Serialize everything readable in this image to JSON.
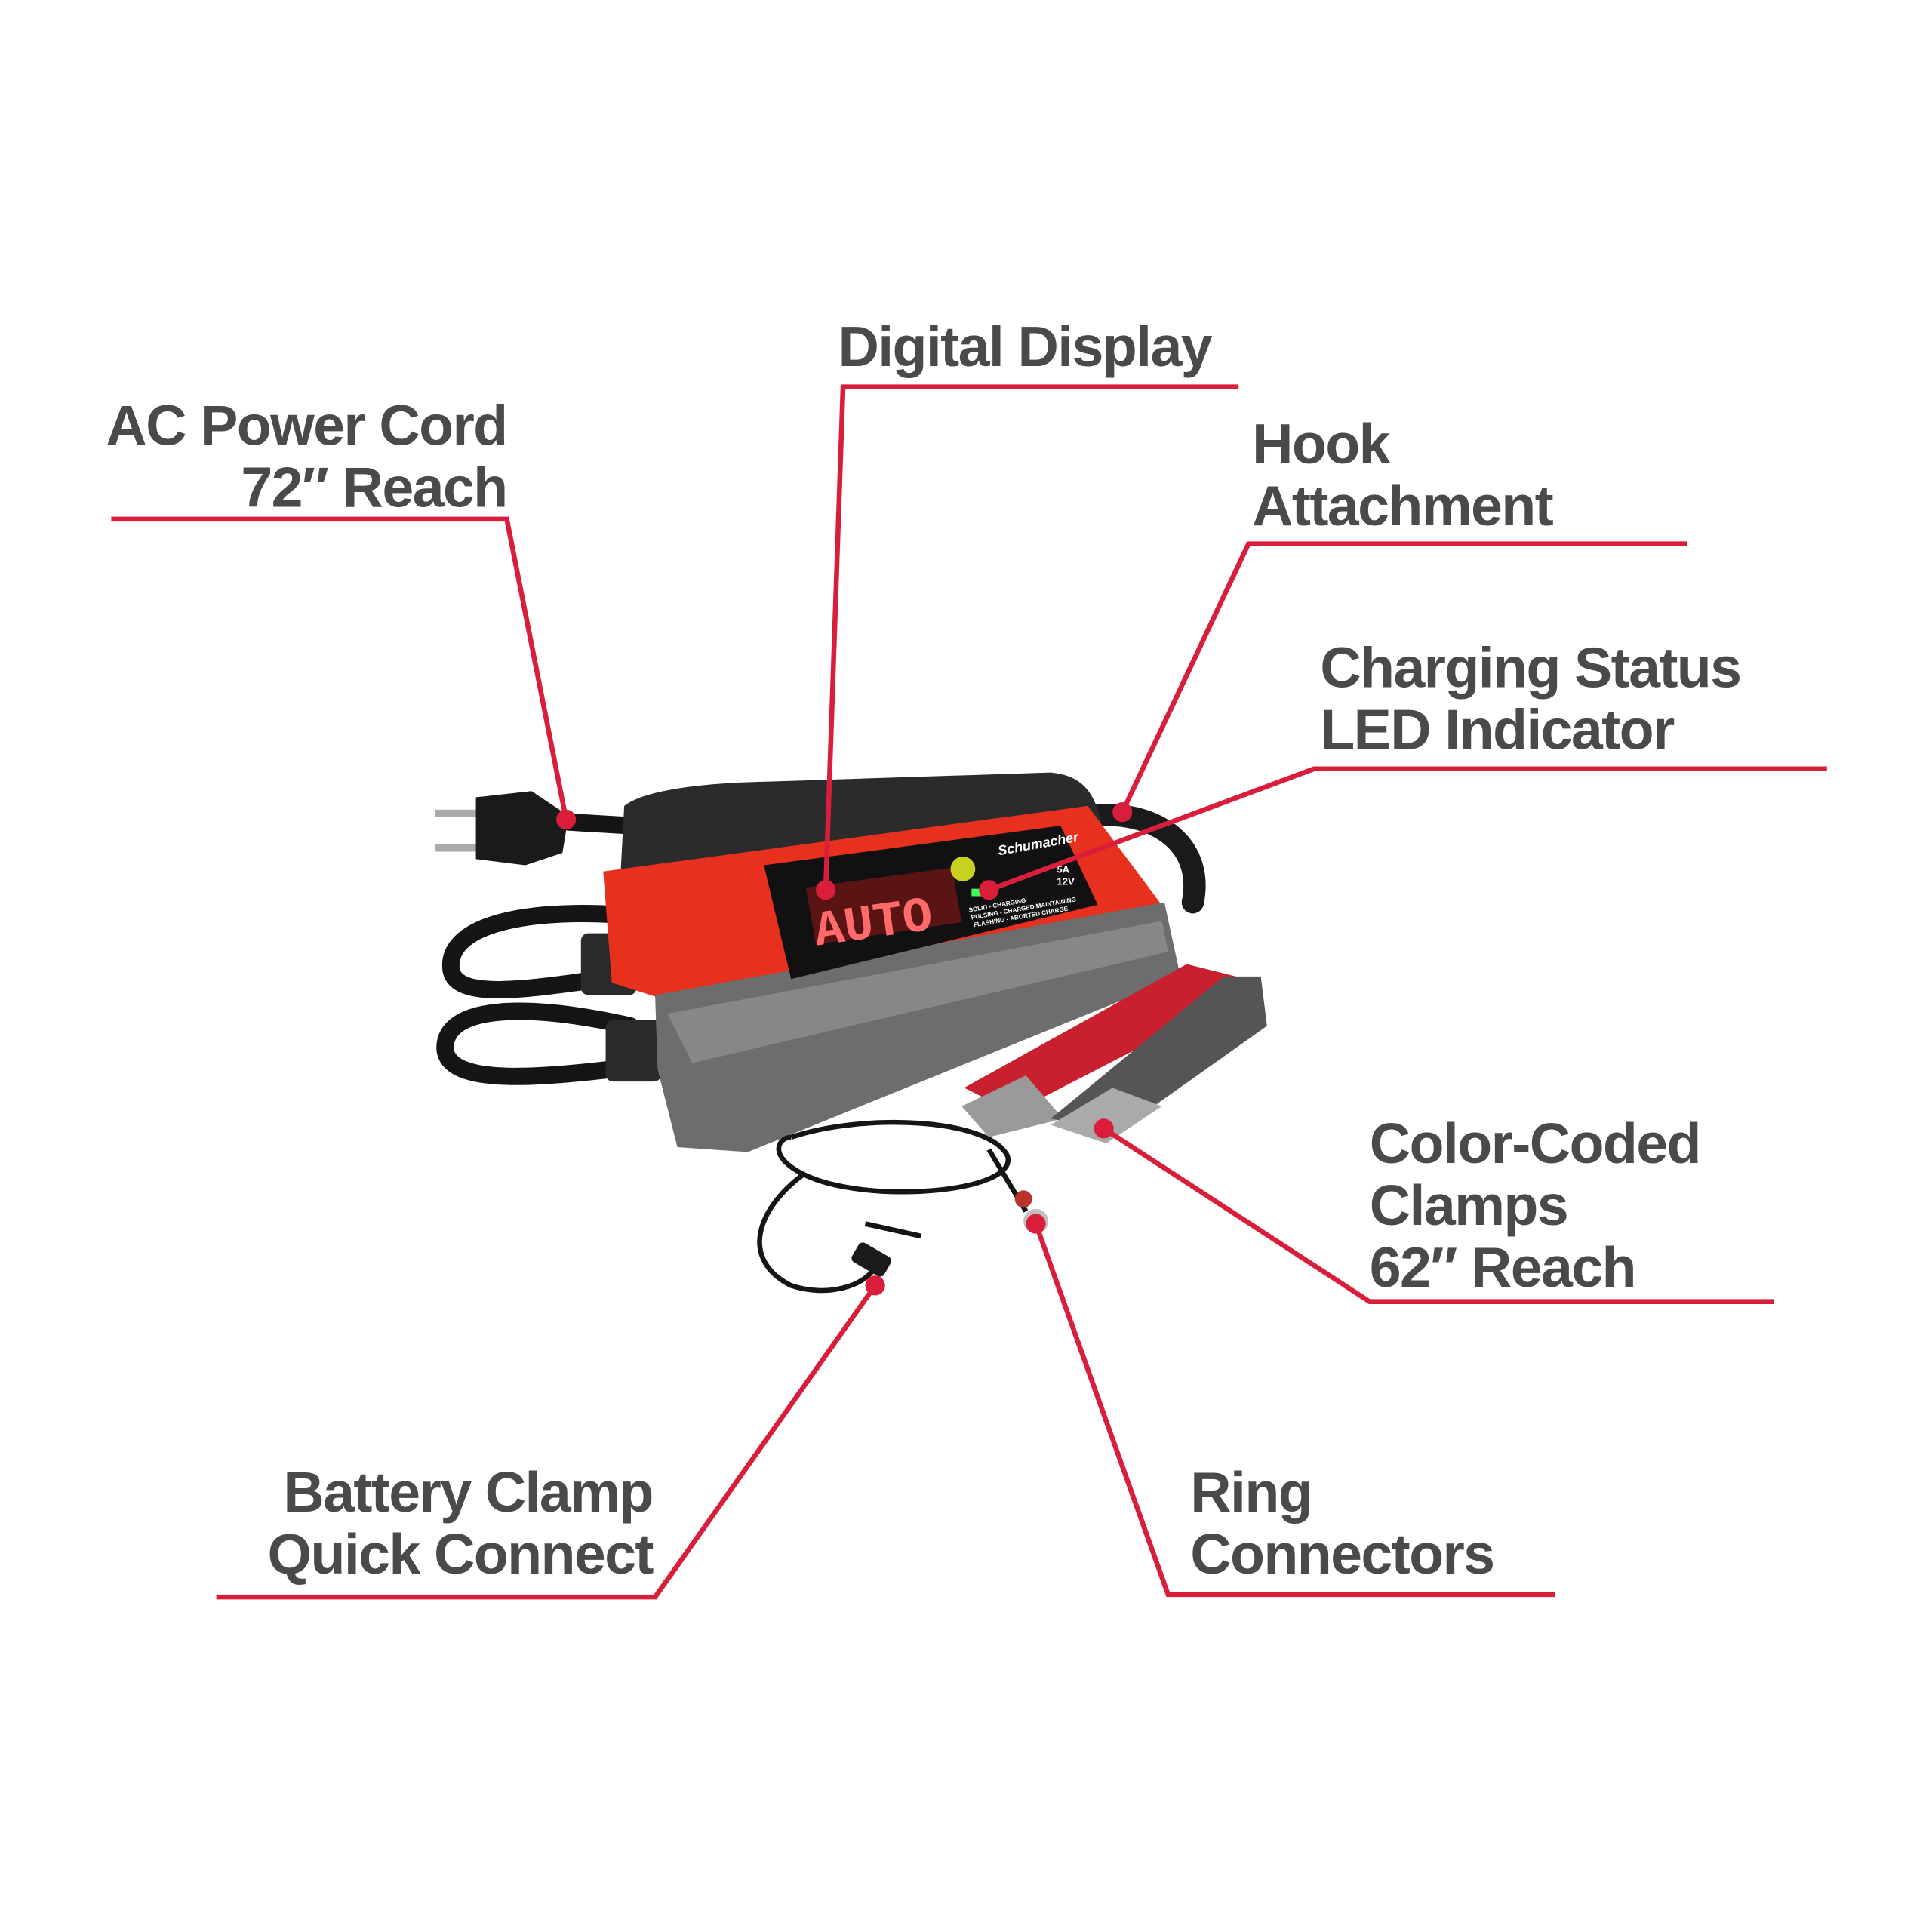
{
  "callouts": {
    "ac_cord": {
      "line1": "AC Power Cord",
      "line2": "72″ Reach"
    },
    "display": {
      "line1": "Digital Display"
    },
    "hook": {
      "line1": "Hook",
      "line2": "Attachment"
    },
    "led": {
      "line1": "Charging Status",
      "line2": "LED Indicator"
    },
    "clamps": {
      "line1": "Color-Coded",
      "line2": "Clamps",
      "line3": "62″ Reach"
    },
    "ring": {
      "line1": "Ring",
      "line2": "Connectors"
    },
    "quick": {
      "line1": "Battery Clamp",
      "line2": "Quick Connect"
    }
  },
  "device": {
    "screen_text": "AUTO",
    "brand": "Schumacher",
    "amps": "5A",
    "volts": "12V",
    "legend": [
      "SOLID - CHARGING",
      "PULSING - CHARGED/MAINTAINING",
      "FLASHING - ABORTED CHARGE"
    ]
  },
  "colors": {
    "accent": "#d91e3c",
    "text": "#4a4a4a",
    "body": "#e8301f"
  }
}
